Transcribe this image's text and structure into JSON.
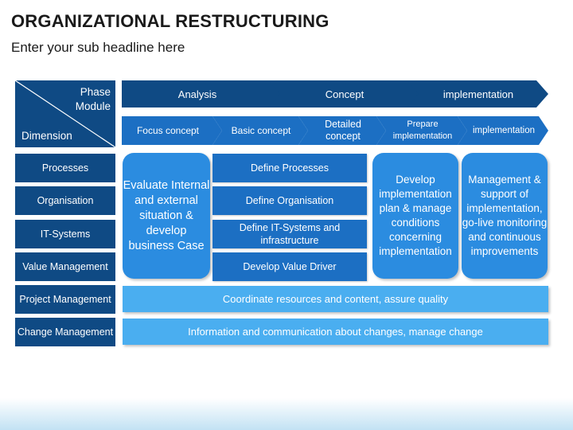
{
  "title": "ORGANIZATIONAL RESTRUCTURING",
  "subtitle": "Enter your sub headline here",
  "corner": {
    "phase": "Phase",
    "module": "Module",
    "dimension": "Dimension"
  },
  "phases": [
    "Analysis",
    "Concept",
    "implementation"
  ],
  "modules": [
    "Focus concept",
    "Basic concept",
    "Detailed concept",
    "Prepare implementation",
    "implementation"
  ],
  "dimensions": [
    "Processes",
    "Organisation",
    "IT-Systems",
    "Value Management",
    "Project Management",
    "Change Management"
  ],
  "cells": {
    "evaluate": "Evaluate Internal and external situation & develop business Case",
    "define_processes": "Define Processes",
    "define_organisation": "Define Organisation",
    "define_it": "Define IT-Systems and infrastructure",
    "value_driver": "Develop Value Driver",
    "develop_plan": "Develop implementation plan & manage conditions concerning implementation",
    "management_support": "Management & support of implementation, go-live monitoring and continuous improvements",
    "project_bar": "Coordinate resources and content, assure quality",
    "change_bar": "Information and communication about changes, manage change"
  },
  "colors": {
    "dark_blue": "#0f4a84",
    "mid_blue": "#1c6fc3",
    "bright_blue": "#2b8ce0",
    "light_blue": "#4aaef0"
  }
}
